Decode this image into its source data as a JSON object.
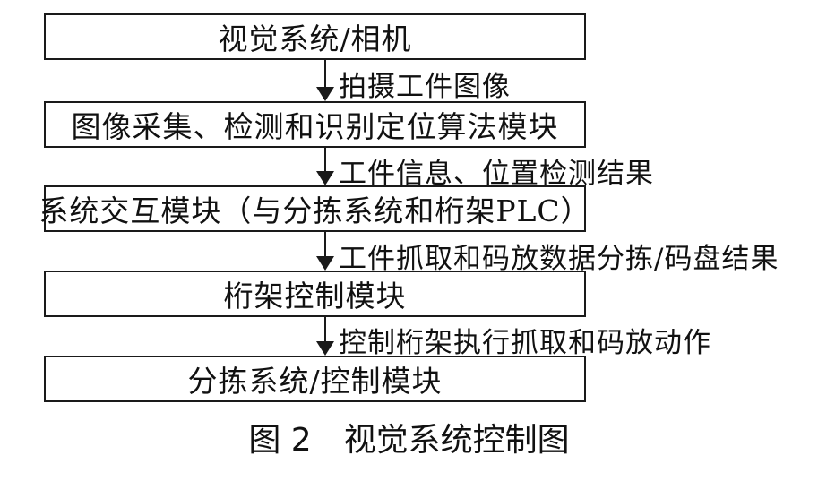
{
  "steps": [
    {
      "label": "视觉系统/相机"
    },
    {
      "label": "图像采集、检测和识别定位算法模块"
    },
    {
      "label": "系统交互模块（与分拣系统和桁架PLC）"
    },
    {
      "label": "桁架控制模块"
    },
    {
      "label": "分拣系统/控制模块"
    }
  ],
  "edges": [
    {
      "label": "拍摄工件图像"
    },
    {
      "label": "工件信息、位置检测结果"
    },
    {
      "label": "工件抓取和码放数据分拣/码盘结果"
    },
    {
      "label": "控制桁架执行抓取和码放动作"
    }
  ],
  "caption": "图 2　视觉系统控制图"
}
